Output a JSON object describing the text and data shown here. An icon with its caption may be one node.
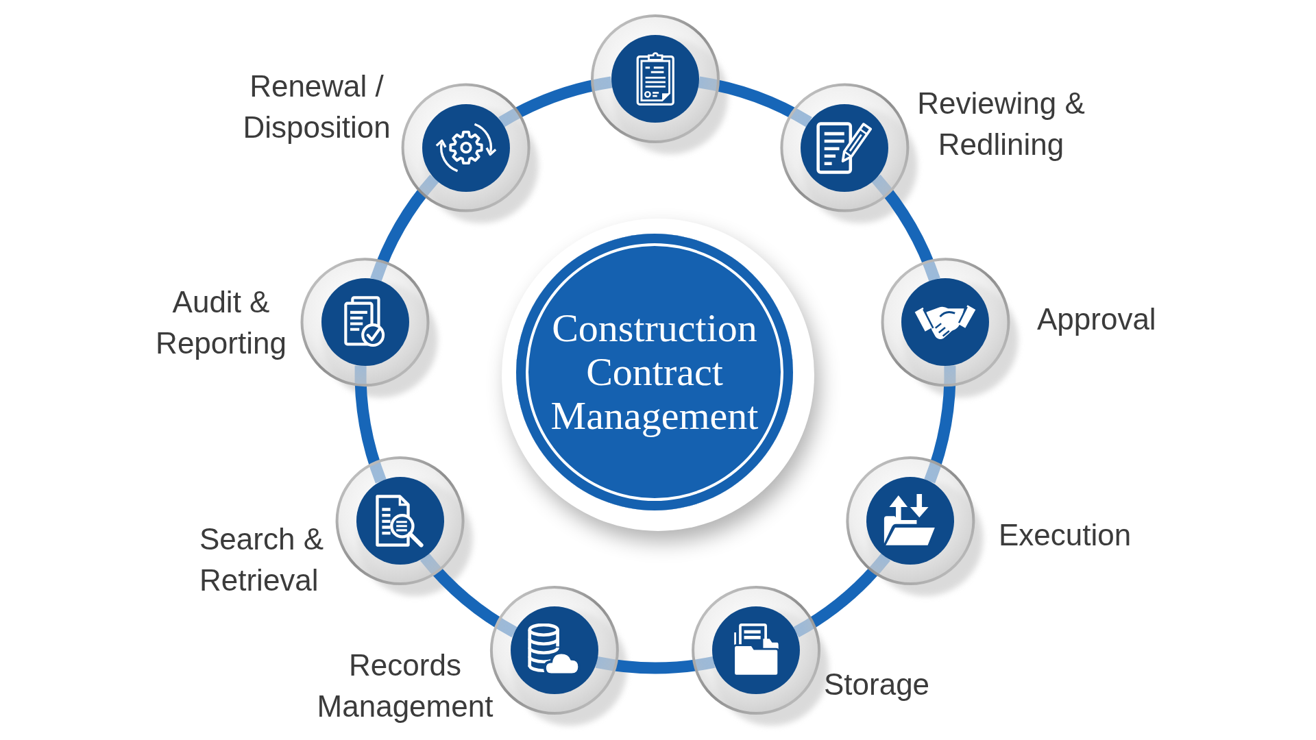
{
  "diagram": {
    "nodes": [
      {
        "text": [
          "Construction Contract Management"
        ]
      },
      {
        "text": [],
        "shape": "circle"
      },
      {
        "text": [
          "Reviewing & Redlining"
        ]
      },
      {
        "text": [
          "Approval"
        ]
      },
      {
        "text": [
          "Execution"
        ]
      },
      {
        "text": [
          "Storage"
        ]
      },
      {
        "text": [
          "Records Management"
        ]
      },
      {
        "text": [
          "Search & Retrieval"
        ]
      },
      {
        "text": [
          "Audit & Reporting"
        ]
      },
      {
        "text": [
          "Renewal / Disposition"
        ]
      }
    ],
    "edges": [
      {
        "from": 1,
        "to": 2,
        "arrow": "none"
      },
      {
        "from": 2,
        "to": 3,
        "arrow": "none"
      },
      {
        "from": 3,
        "to": 4,
        "arrow": "none"
      },
      {
        "from": 4,
        "to": 5,
        "arrow": "none"
      },
      {
        "from": 5,
        "to": 6,
        "arrow": "none"
      },
      {
        "from": 6,
        "to": 7,
        "arrow": "none"
      },
      {
        "from": 7,
        "to": 8,
        "arrow": "none"
      },
      {
        "from": 8,
        "to": 9,
        "arrow": "none"
      },
      {
        "from": 9,
        "to": 1,
        "arrow": "none"
      }
    ]
  }
}
